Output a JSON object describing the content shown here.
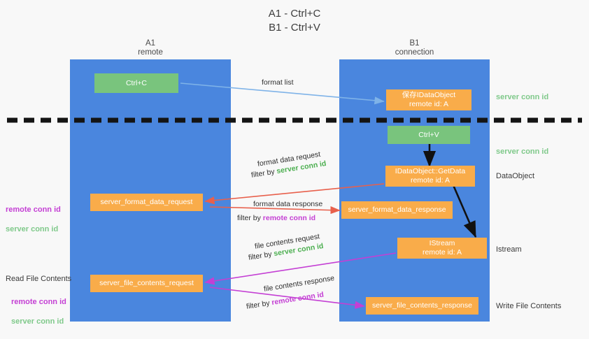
{
  "title": "A1 - Ctrl+C\nB1 - Ctrl+V",
  "columns": {
    "a": {
      "name": "A1",
      "role": "remote",
      "header": "A1\nremote"
    },
    "b": {
      "name": "B1",
      "role": "connection",
      "header": "B1\nconnection"
    }
  },
  "colors": {
    "lane": "#4a86de",
    "orange": "#f9ac4a",
    "green": "#79c47d",
    "server_conn": "#4caf50",
    "remote_conn": "#c43fd4",
    "blue_arrow": "#7fb3e8",
    "red_arrow": "#e8604c",
    "magenta_arrow": "#c43fd4",
    "black_arrow": "#111111",
    "background": "#f8f8f8"
  },
  "nodes": {
    "ctrl_c": "Ctrl+C",
    "save_dataobject": "保存IDataObject\nremote id: A",
    "ctrl_v": "Ctrl+V",
    "getdata": "IDataObject::GetData\nremote id: A",
    "server_format_data_request": "server_format_data_request",
    "server_format_data_response": "server_format_data_response",
    "istream": "IStream\nremote id: A",
    "server_file_contents_request": "server_file_contents_request",
    "server_file_contents_response": "server_file_contents_response"
  },
  "edges": {
    "format_list": "format list",
    "format_data_request": "format data request",
    "format_data_request_filter_prefix": "filter by ",
    "format_data_request_filter_value": "server conn id",
    "format_data_response": "format data response",
    "format_data_response_filter_prefix": "filter by ",
    "format_data_response_filter_value": "remote conn id",
    "file_contents_request": "file contents request",
    "file_contents_request_filter_prefix": "filter by ",
    "file_contents_request_filter_value": "server conn id",
    "file_contents_response": "file contents response",
    "file_contents_response_filter_prefix": "filter by ",
    "file_contents_response_filter_value": "remote conn id"
  },
  "annotations": {
    "server_conn_id_top": "server conn id",
    "server_conn_id_mid": "server conn id",
    "dataobject": "DataObject",
    "istream": "Istream",
    "write_file_contents": "Write File Contents",
    "read_file_contents": "Read File Contents",
    "conn_pair_mid_remote": "remote conn id",
    "conn_pair_mid_server": "server conn id",
    "conn_pair_bottom_remote": "remote conn id",
    "conn_pair_bottom_server": "server conn id"
  }
}
